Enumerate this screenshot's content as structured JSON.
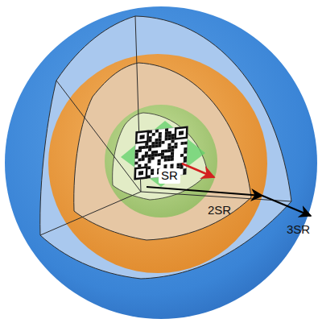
{
  "diagram": {
    "labels": [
      "SR",
      "2SR",
      "3SR"
    ]
  }
}
